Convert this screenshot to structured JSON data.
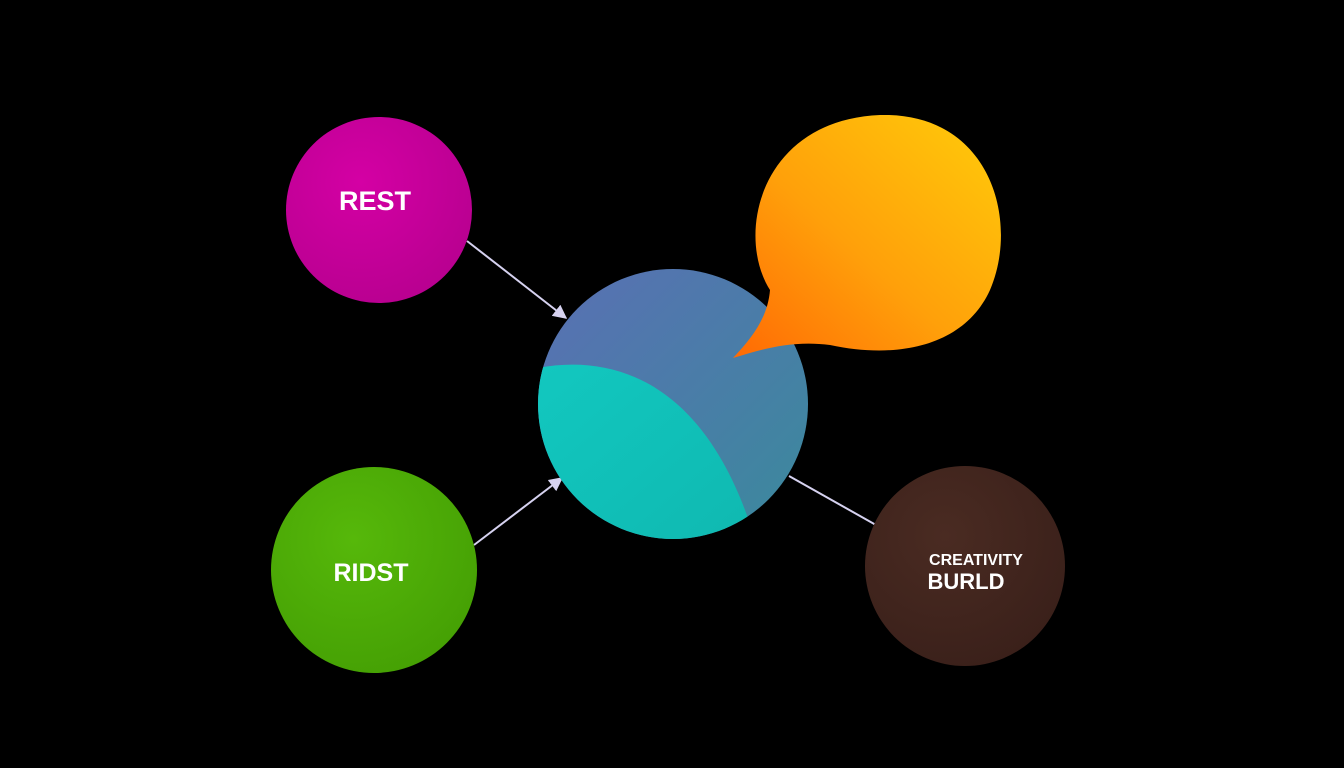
{
  "background_color": "#000000",
  "nodes": {
    "rest": {
      "label": "REST",
      "color": "#c8009a"
    },
    "ridst": {
      "label": "RIDST",
      "color": "#4fad08"
    },
    "creativity": {
      "label_line1": "CREATIVITY",
      "label_line2": "BURLD",
      "color": "#442720"
    },
    "center": {
      "color_top": "#4f7bb0",
      "color_bottom": "#14c4bc"
    },
    "speech_bubble": {
      "color_light": "#ffc60a",
      "color_dark": "#ff7a06"
    }
  },
  "connector_color": "#d6d2f0",
  "axis_line_color": "#bfbfbf"
}
